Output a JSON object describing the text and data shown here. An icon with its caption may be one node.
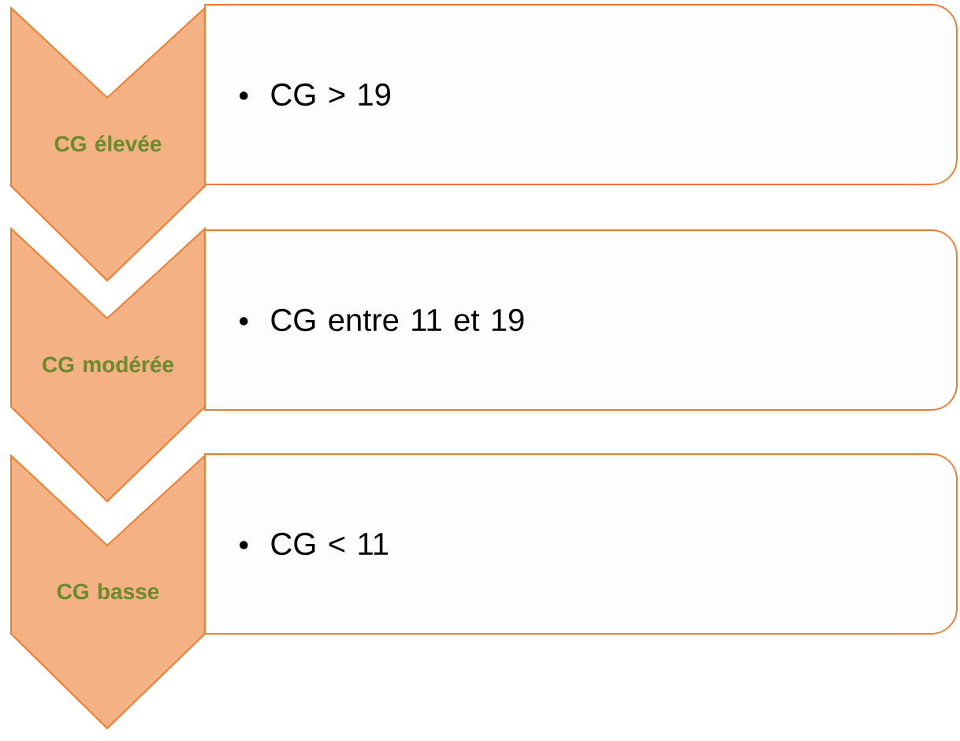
{
  "diagram": {
    "nodes": [
      {
        "text": [
          "CG élevée"
        ]
      },
      {
        "text": [
          "CG > 19"
        ]
      },
      {
        "text": [
          "CG modérée"
        ]
      },
      {
        "text": [
          "CG entre 11 et 19"
        ]
      },
      {
        "text": [
          "CG basse"
        ]
      },
      {
        "text": [
          "CG < 11"
        ]
      }
    ]
  }
}
